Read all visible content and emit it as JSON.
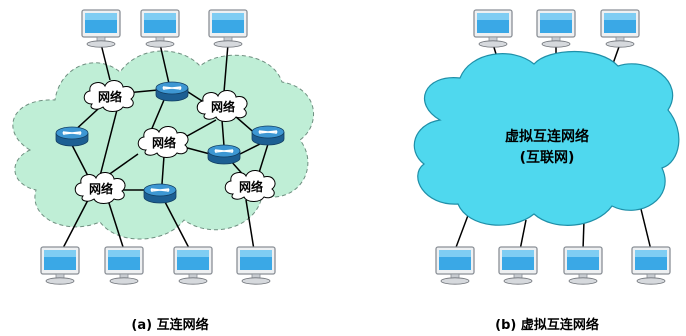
{
  "left_panel": {
    "caption": "(a) 互连网络",
    "network_label": "网络"
  },
  "right_panel": {
    "caption": "(b) 虚拟互连网络",
    "cloud_title": "虚拟互连网络",
    "cloud_subtitle": "(互联网)"
  },
  "colors": {
    "left_cloud_fill": "#bfeed6",
    "right_cloud_fill": "#4fd8ee",
    "router_fill": "#2f86c4",
    "monitor_screen": "#3aa8e6",
    "link": "#000000"
  },
  "icons": {
    "computer": "monitor-icon",
    "router": "router-icon",
    "network": "cloud-icon"
  }
}
